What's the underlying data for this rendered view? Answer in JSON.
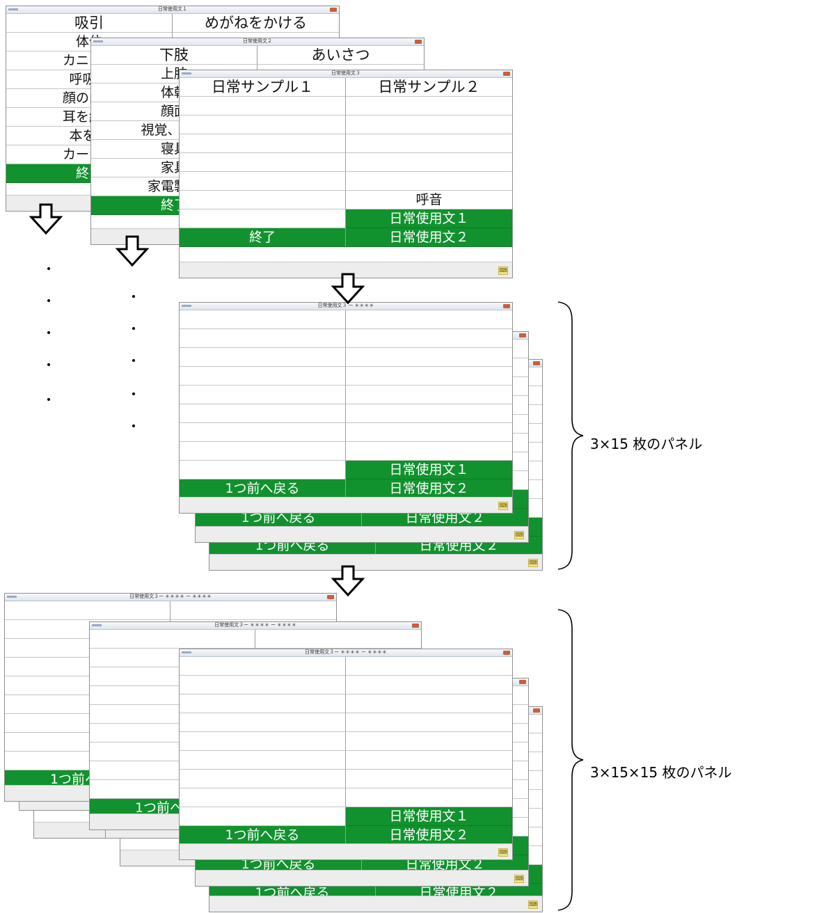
{
  "group1": {
    "panel_a": {
      "title": "日常使用文１",
      "rows": [
        [
          "吸引",
          "めがねをかける"
        ],
        [
          "体位",
          ""
        ],
        [
          "カニュー",
          ""
        ],
        [
          "呼吸器",
          ""
        ],
        [
          "顔の向き",
          ""
        ],
        [
          "耳を綿棒",
          ""
        ],
        [
          "本をセ",
          ""
        ],
        [
          "カーテン",
          ""
        ],
        [
          "終了",
          ""
        ]
      ]
    },
    "panel_b": {
      "title": "日常使用文２",
      "rows": [
        [
          "下肢",
          "あいさつ"
        ],
        [
          "上肢",
          ""
        ],
        [
          "体幹",
          ""
        ],
        [
          "顔面",
          ""
        ],
        [
          "視覚、聴覚",
          ""
        ],
        [
          "寝具",
          ""
        ],
        [
          "家具",
          ""
        ],
        [
          "家電製品",
          ""
        ],
        [
          "終了",
          ""
        ]
      ]
    },
    "panel_c": {
      "title": "日常使用文３",
      "rows": [
        [
          "日常サンプル１",
          "日常サンプル２"
        ],
        [
          "",
          ""
        ],
        [
          "",
          ""
        ],
        [
          "",
          ""
        ],
        [
          "",
          ""
        ],
        [
          "",
          ""
        ],
        [
          "",
          "呼音"
        ],
        [
          "",
          "日常使用文１"
        ],
        [
          "終了",
          "日常使用文２"
        ]
      ]
    }
  },
  "group2": {
    "title": "日常使用文３ ー ＊＊＊＊",
    "back_label": "1つ前へ戻る",
    "link1": "日常使用文１",
    "link2": "日常使用文２",
    "label": "3×15 枚のパネル"
  },
  "group3": {
    "title": "日常使用文３ー ＊＊＊＊ ー ＊＊＊＊",
    "back_label": "1つ前へ戻る",
    "link1": "日常使用文１",
    "link2": "日常使用文２",
    "label": "3×15×15 枚のパネル"
  },
  "toolbar_icon": "keyboard-icon",
  "colors": {
    "accent_green": "#11922e",
    "title_bar": "#dfe6ee"
  }
}
